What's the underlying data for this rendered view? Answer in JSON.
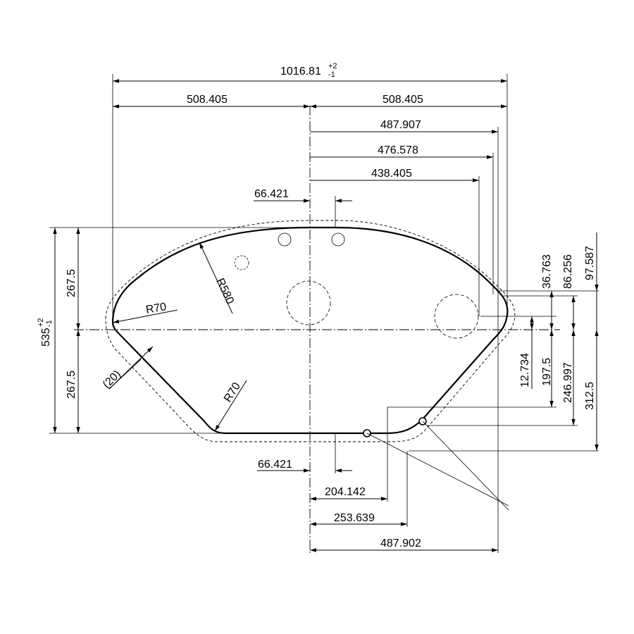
{
  "dimensions": {
    "total_width": {
      "value": "1016.81",
      "tol_plus": "+2",
      "tol_minus": "-1"
    },
    "left_half": "508.405",
    "right_half": "508.405",
    "r_487907": "487.907",
    "r_476578": "476.578",
    "r_438405": "438.405",
    "top_offset": "66.421",
    "total_height": {
      "value": "535",
      "tol_plus": "+2",
      "tol_minus": "-1"
    },
    "left_upper": "267.5",
    "left_lower": "267.5",
    "radius_big": "R580",
    "radius_left": "R70",
    "radius_lower": "R70",
    "chamfer": "(20)",
    "right_36763": "36.763",
    "right_86256": "86.256",
    "right_97587": "97.587",
    "right_12734": "12.734",
    "right_1975": "197.5",
    "right_246997": "246.997",
    "right_3125": "312.5",
    "bottom_offset": "66.421",
    "b_204142": "204.142",
    "b_253639": "253.639",
    "b_487902": "487.902"
  }
}
